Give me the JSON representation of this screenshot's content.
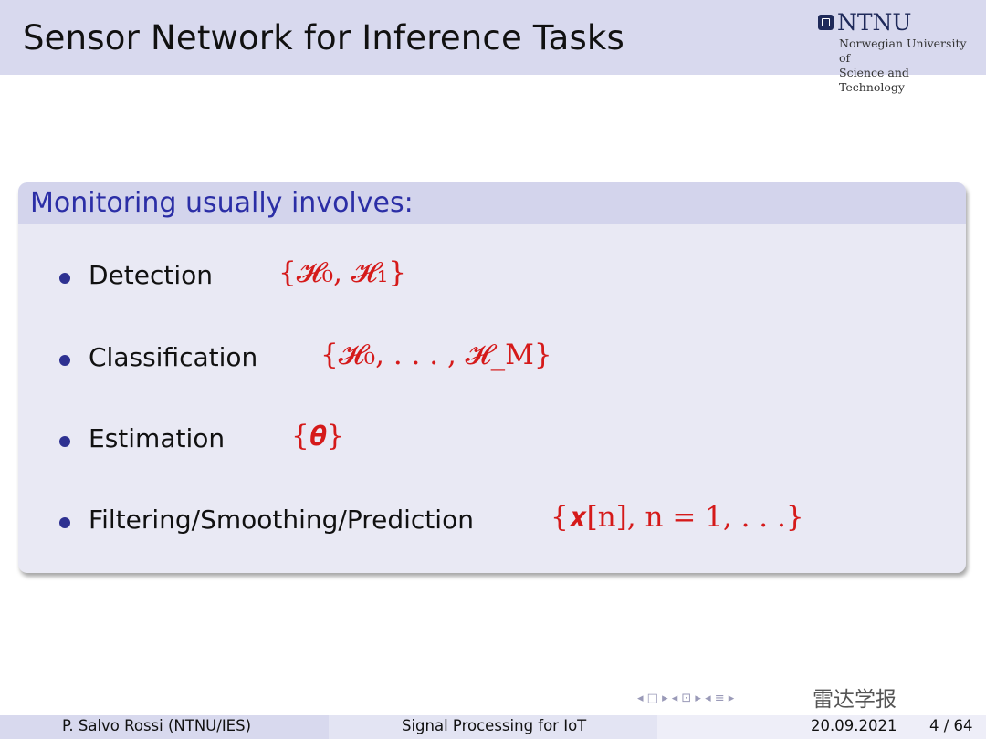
{
  "header": {
    "title": "Sensor Network for Inference Tasks",
    "logo_name": "NTNU",
    "logo_line1": "Norwegian University of",
    "logo_line2": "Science and Technology"
  },
  "block": {
    "title": "Monitoring usually involves:",
    "items": [
      {
        "label": "Detection",
        "math": "{𝓗₀, 𝓗₁}"
      },
      {
        "label": "Classification",
        "math": "{𝓗₀, . . . , 𝓗_M}"
      },
      {
        "label": "Estimation",
        "math": "{𝜽}"
      },
      {
        "label": "Filtering/Smoothing/Prediction",
        "math": "{𝒙[n],  n = 1, . . .}"
      }
    ]
  },
  "navigation": {
    "symbols": "◂ □ ▸  ◂ ⊡ ▸  ◂ ≡ ▸"
  },
  "watermark": {
    "text": "雷达学报"
  },
  "footer": {
    "author": "P. Salvo Rossi  (NTNU/IES)",
    "course": "Signal Processing for IoT",
    "date": "20.09.2021",
    "page": "4 / 64"
  },
  "colors": {
    "header_bg": "#d8d9ee",
    "block_title": "#2b2ea6",
    "math_red": "#d51a1a",
    "bullet": "#2e3191"
  }
}
